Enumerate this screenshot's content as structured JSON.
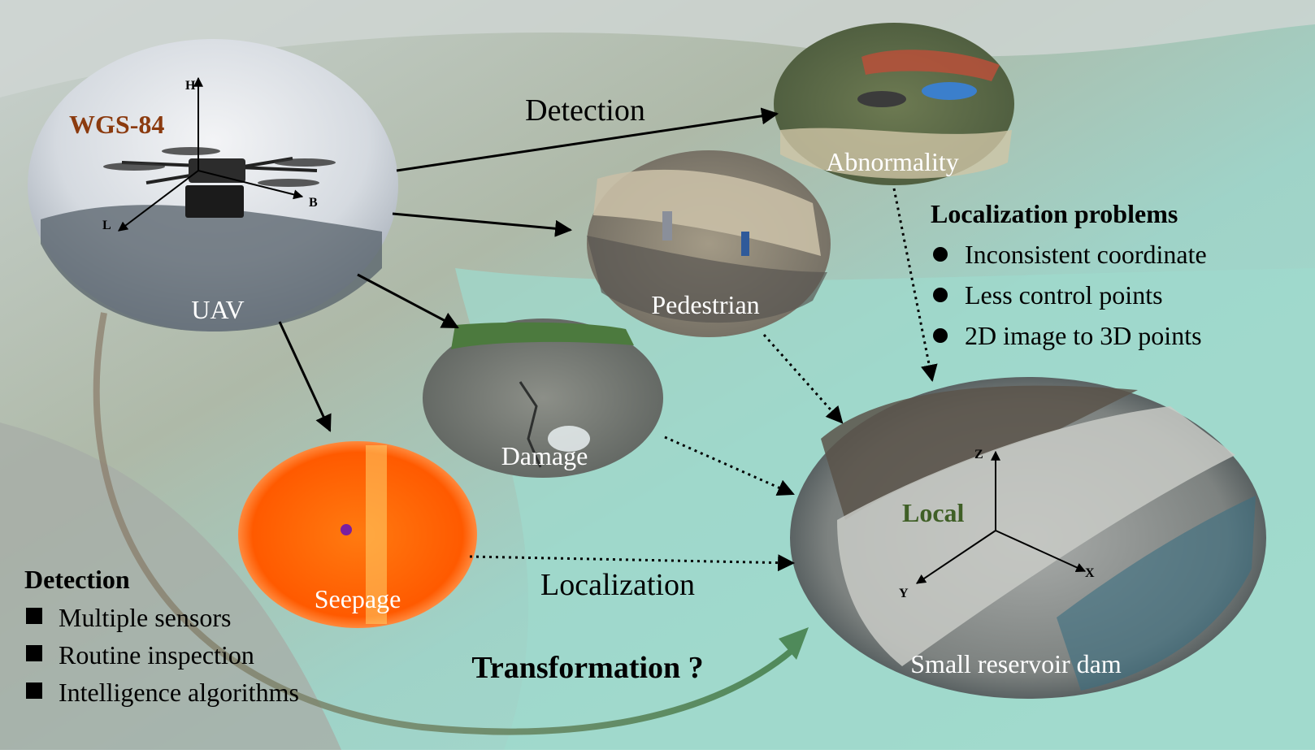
{
  "nodes": {
    "uav": {
      "label": "UAV",
      "frame": "WGS-84",
      "axes": [
        "H",
        "B",
        "L"
      ]
    },
    "abnormality": {
      "label": "Abnormality"
    },
    "pedestrian": {
      "label": "Pedestrian"
    },
    "damage": {
      "label": "Damage"
    },
    "seepage": {
      "label": "Seepage"
    },
    "dam": {
      "label": "Small reservoir dam",
      "frame": "Local",
      "axes": [
        "Z",
        "X",
        "Y"
      ]
    }
  },
  "edge_labels": {
    "detection": "Detection",
    "localization": "Localization",
    "transformation": "Transformation ?"
  },
  "problems": {
    "title": "Localization problems",
    "items": [
      "Inconsistent coordinate",
      "Less control points",
      "2D image to 3D points"
    ]
  },
  "detection_panel": {
    "title": "Detection",
    "items": [
      "Multiple sensors",
      "Routine inspection",
      "Intelligence algorithms"
    ]
  },
  "colors": {
    "wgs84": "#8b3a0e",
    "local": "#3f5f26",
    "transform_arrow": "#4f8a5a",
    "water": "#8fcfc0",
    "thermal": "#ff6a00"
  }
}
